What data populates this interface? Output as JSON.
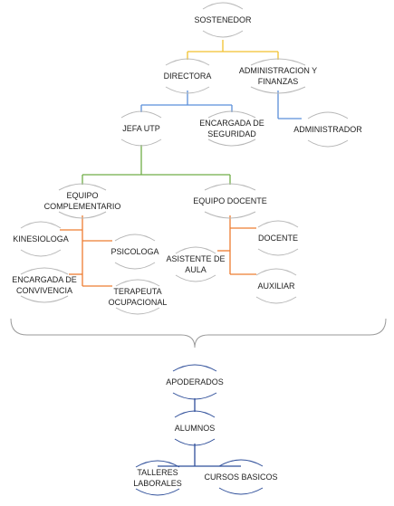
{
  "colors": {
    "yellow": "#f2c12e",
    "blue": "#5b8fd9",
    "green": "#70ad47",
    "orange": "#ed7d31",
    "grey": "#b8b8b8",
    "navy": "#2f4f9a",
    "brace": "#9a9a9a"
  },
  "nodes": {
    "sostenedor": "SOSTENEDOR",
    "directora": "DIRECTORA",
    "administracion": "ADMINISTRACION Y\nFINANZAS",
    "jefa_utp": "JEFA UTP",
    "encargada_seguridad": "ENCARGADA DE\nSEGURIDAD",
    "administrador": "ADMINISTRADOR",
    "equipo_complementario": "EQUIPO\nCOMPLEMENTARIO",
    "equipo_docente": "EQUIPO DOCENTE",
    "kinesiologa": "KINESIOLOGA",
    "psicologa": "PSICOLOGA",
    "encargada_convivencia": "ENCARGADA DE\nCONVIVENCIA",
    "terapeuta": "TERAPEUTA\nOCUPACIONAL",
    "docente": "DOCENTE",
    "asistente_aula": "ASISTENTE DE\nAULA",
    "auxiliar": "AUXILIAR",
    "apoderados": "APODERADOS",
    "alumnos": "ALUMNOS",
    "talleres": "TALLERES\nLABORALES",
    "cursos": "CURSOS BASICOS"
  }
}
